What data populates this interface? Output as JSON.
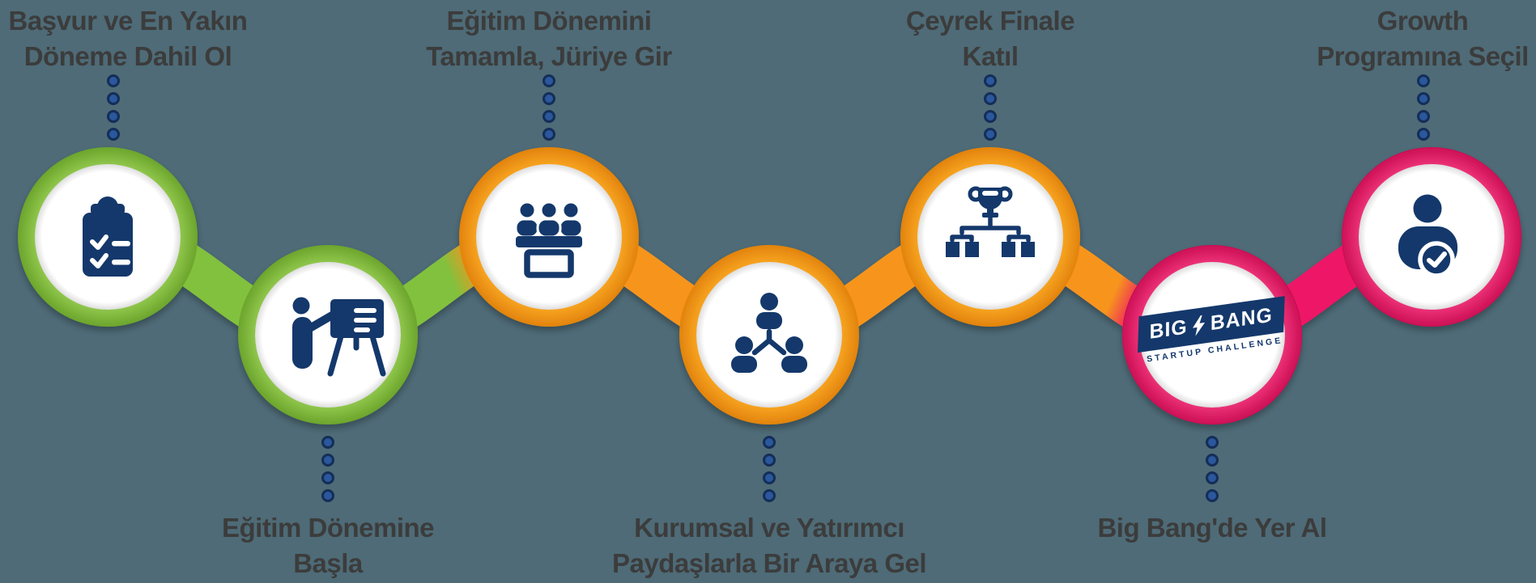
{
  "diagram_title": "Startup program journey (7 steps)",
  "colors": {
    "background": "#4E6B77",
    "green": "#82C13D",
    "green_light": "#98CE53",
    "green_dark": "#6CA52C",
    "orange": "#F7941E",
    "orange_light": "#FCAB25",
    "orange_dark": "#E2830D",
    "pink": "#EE1566",
    "pink_light": "#F43A7F",
    "pink_dark": "#CC0F55",
    "navy": "#14386B",
    "dot_fill": "#2B579C",
    "dot_stroke": "#142E57",
    "label_text": "#3C3C3C"
  },
  "steps": [
    {
      "label": "Başvur ve En Yakın Döneme Dahil Ol",
      "lines": [
        "Başvur ve En Yakın",
        "Döneme Dahil Ol"
      ],
      "color": "#82C13D",
      "icon": "clipboard-checklist-icon",
      "position": "top"
    },
    {
      "label": "Eğitim Dönemine Başla",
      "lines": [
        "Eğitim Dönemine",
        "Başla"
      ],
      "color": "#82C13D",
      "icon": "presenter-easel-icon",
      "position": "bottom"
    },
    {
      "label": "Eğitim Dönemini Tamamla, Jüriye Gir",
      "lines": [
        "Eğitim Dönemini",
        "Tamamla, Jüriye Gir"
      ],
      "color": "#F7941E",
      "icon": "jury-panel-icon",
      "position": "top"
    },
    {
      "label": "Kurumsal ve Yatırımcı Paydaşlarla Bir Araya Gel",
      "lines": [
        "Kurumsal ve Yatırımcı",
        "Paydaşlarla Bir Araya Gel"
      ],
      "color": "#F7941E",
      "icon": "people-hierarchy-icon",
      "position": "bottom"
    },
    {
      "label": "Çeyrek Finale Katıl",
      "lines": [
        "Çeyrek Finale",
        "Katıl"
      ],
      "color": "#F7941E",
      "icon": "trophy-bracket-icon",
      "position": "top"
    },
    {
      "label": "Big Bang'de Yer Al",
      "lines": [
        "Big Bang'de Yer Al"
      ],
      "color": "#EE1566",
      "icon": "bigbang-logo",
      "position": "bottom"
    },
    {
      "label": "Growth Programına Seçil",
      "lines": [
        "Growth",
        "Programına Seçil"
      ],
      "color": "#EE1566",
      "icon": "person-check-icon",
      "position": "top"
    }
  ],
  "logo": {
    "left": "BIG",
    "right": "BANG",
    "subtitle": "STARTUP CHALLENGE"
  }
}
